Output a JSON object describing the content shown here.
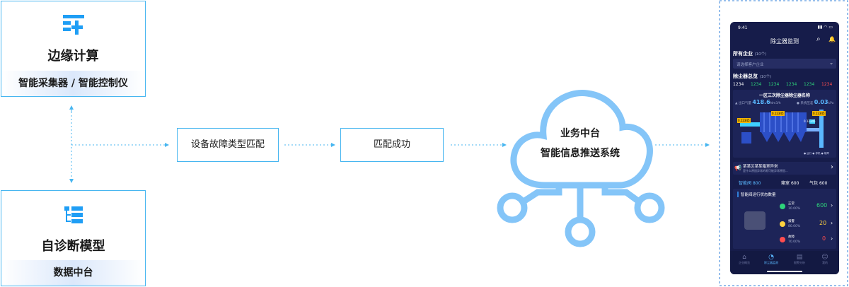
{
  "edge": {
    "title": "边缘计算",
    "subtitle": "智能采集器 / 智能控制仪"
  },
  "selfdiag": {
    "title": "自诊断模型",
    "subtitle": "数据中台"
  },
  "flow": {
    "step1": "设备故障类型匹配",
    "step2": "匹配成功"
  },
  "cloud": {
    "line1": "业务中台",
    "line2": "智能信息推送系统"
  },
  "phone": {
    "time": "9:41",
    "title": "除尘器监测",
    "section_company": "所有企业",
    "company_count": "(10个)",
    "select_placeholder": "请选择客户企业",
    "section_overview": "除尘器总览",
    "overview_count": "(10个)",
    "overview_tabs": [
      "1234",
      "1234",
      "1234",
      "1234",
      "1234",
      "1234"
    ],
    "card_title": "一区三次除尘器除尘器名称",
    "metric1_label": "出口气量",
    "metric1_value": "418.6",
    "metric1_unit": "Nm3/h",
    "metric2_label": "系统压差",
    "metric2_value": "0.03",
    "metric2_unit": "kPa",
    "tag_values": [
      "0.12345",
      "0.12345",
      "0.12345",
      "0.12345"
    ],
    "legend": [
      "运行",
      "停机",
      "故障"
    ],
    "alert_title": "某某区某某箱室异常",
    "alert_desc": "是什么原因异常的呢可能异常原因...",
    "stats": [
      {
        "label": "智能阀",
        "value": "800"
      },
      {
        "label": "箱室",
        "value": "600"
      },
      {
        "label": "气包",
        "value": "600"
      }
    ],
    "status_title": "智能阀运行状态数量",
    "status_rows": [
      {
        "label": "正常",
        "pct": "10.00%",
        "value": "600",
        "color": "#2ed47a"
      },
      {
        "label": "报警",
        "pct": "80.00%",
        "value": "20",
        "color": "#ffd23f"
      },
      {
        "label": "故障",
        "pct": "70.00%",
        "value": "0",
        "color": "#ff4d4f"
      }
    ],
    "nav": [
      "企业概览",
      "除尘器监测",
      "报警分析",
      "我的"
    ]
  },
  "colors": {
    "accent": "#47b6f0",
    "cloud": "#84c5f8",
    "phone_bg": "#161c4a",
    "icon": "#1f9ef5"
  }
}
